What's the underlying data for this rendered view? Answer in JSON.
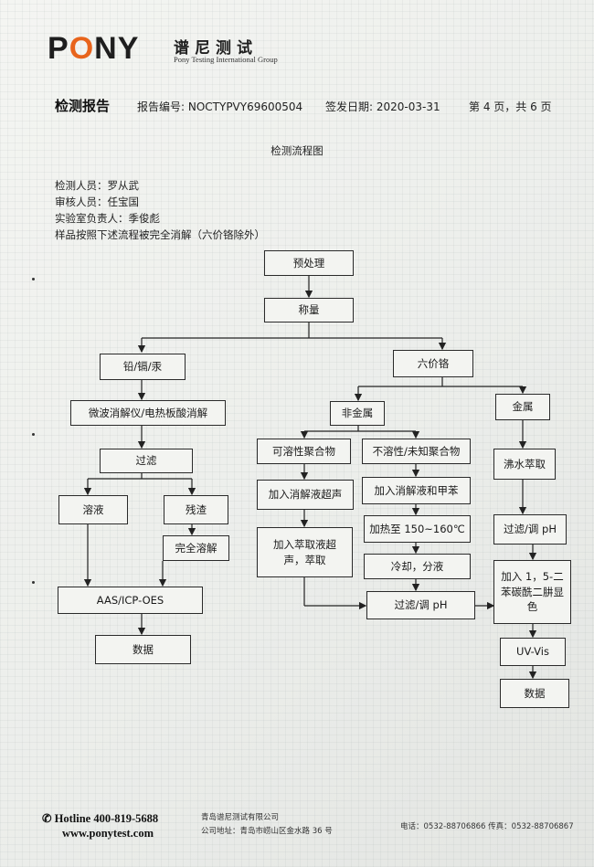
{
  "header": {
    "logo_text": "PONY",
    "company_cn": "谱尼测试",
    "company_en": "Pony Testing International Group",
    "report_title": "检测报告",
    "report_no_label": "报告编号: NOCTYPVY69600504",
    "issue_date_label": "签发日期:   2020-03-31",
    "page_label": "第 4 页，共 6 页"
  },
  "flow_title": "检测流程图",
  "info": {
    "tester": "检测人员：罗从武",
    "reviewer": "审核人员：任宝国",
    "lab_head": "实验室负责人：季俊彪",
    "note": "样品按照下述流程被完全消解（六价铬除外）"
  },
  "flow": {
    "pretreat": "预处理",
    "weigh": "称量",
    "pb_cd_hg": "铅/镉/汞",
    "cr6": "六价铬",
    "microwave": "微波消解仪/电热板酸消解",
    "filter": "过滤",
    "solution": "溶液",
    "residue": "残渣",
    "full_digest": "完全溶解",
    "aas": "AAS/ICP-OES",
    "data_left": "数据",
    "nonmetal": "非金属",
    "metal": "金属",
    "soluble": "可溶性聚合物",
    "insoluble": "不溶性/未知聚合物",
    "add_ultrasonic": "加入消解液超声",
    "add_toluene": "加入消解液和甲苯",
    "add_extract": "加入萃取液超声，萃取",
    "heat": "加热至 150~160℃",
    "cool": "冷却，分液",
    "filter_ph_mid": "过滤/调 pH",
    "boil": "沸水萃取",
    "filter_ph_right": "过滤/调 pH",
    "add_dpc": "加入 1，5-二苯碳酰二肼显色",
    "uvvis": "UV-Vis",
    "data_right": "数据"
  },
  "footer": {
    "hotline": "Hotline 400-819-5688",
    "website": "www.ponytest.com",
    "company": "青岛谱尼测试有限公司",
    "address": "公司地址：青岛市崂山区金水路 36 号",
    "contact": "电话：0532-88706866 传真：0532-88706867"
  },
  "colors": {
    "logo_orange": "#e8641c",
    "ink": "#222222"
  }
}
